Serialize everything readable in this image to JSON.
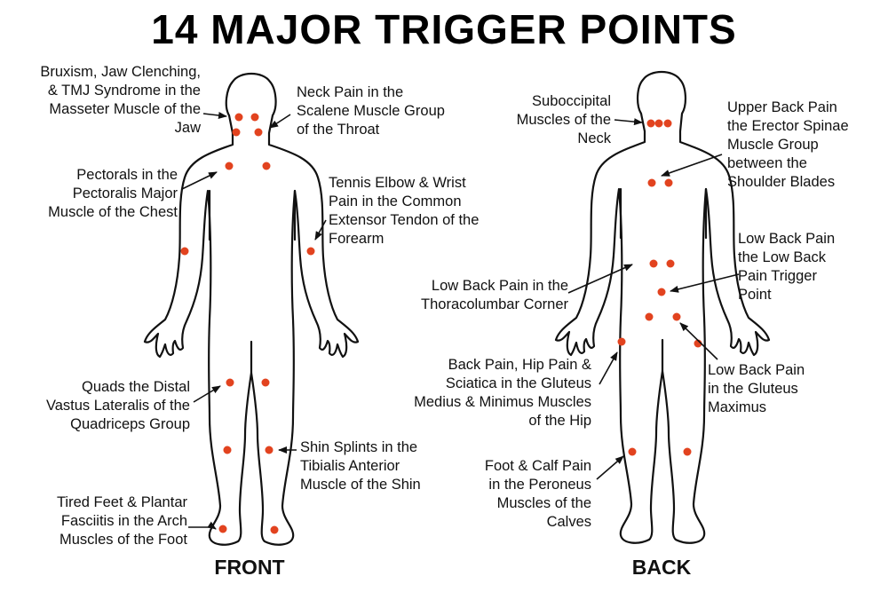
{
  "title": "14 MAJOR TRIGGER POINTS",
  "colors": {
    "trigger_point": "#e2431f",
    "outline": "#111111",
    "background": "#ffffff"
  },
  "front": {
    "view_label": "FRONT",
    "labels": [
      {
        "id": "masseter",
        "lines": [
          "Bruxism, Jaw Clenching,",
          "& TMJ Syndrome in the",
          "Masseter Muscle of the",
          "Jaw"
        ]
      },
      {
        "id": "scalene",
        "lines": [
          "Neck Pain in the",
          "Scalene Muscle Group",
          "of the Throat"
        ]
      },
      {
        "id": "pectorals",
        "lines": [
          "Pectorals in the",
          "Pectoralis Major",
          "Muscle of the Chest"
        ]
      },
      {
        "id": "extensor",
        "lines": [
          "Tennis Elbow & Wrist",
          "Pain in the Common",
          "Extensor Tendon of the",
          "Forearm"
        ]
      },
      {
        "id": "quads",
        "lines": [
          "Quads the Distal",
          "Vastus Lateralis of the",
          "Quadriceps Group"
        ]
      },
      {
        "id": "shin",
        "lines": [
          "Shin Splints in the",
          "Tibialis Anterior",
          "Muscle of the Shin"
        ]
      },
      {
        "id": "feet",
        "lines": [
          "Tired Feet & Plantar",
          "Fasciitis in the Arch",
          "Muscles of the Foot"
        ]
      }
    ]
  },
  "back": {
    "view_label": "BACK",
    "labels": [
      {
        "id": "suboccipital",
        "lines": [
          "Suboccipital",
          "Muscles of the",
          "Neck"
        ]
      },
      {
        "id": "upper-back",
        "lines": [
          "Upper Back Pain",
          "the Erector Spinae",
          "Muscle Group",
          "between the",
          "Shoulder Blades"
        ]
      },
      {
        "id": "low-back-trigger",
        "lines": [
          "Low Back Pain",
          "the Low Back",
          "Pain Trigger",
          "Point"
        ]
      },
      {
        "id": "thoracolumbar",
        "lines": [
          "Low Back Pain in the",
          "Thoracolumbar Corner"
        ]
      },
      {
        "id": "gluteus-medius",
        "lines": [
          "Back Pain, Hip Pain &",
          "Sciatica in the Gluteus",
          "Medius & Minimus Muscles",
          "of the Hip"
        ]
      },
      {
        "id": "gluteus-maximus",
        "lines": [
          "Low Back Pain",
          "in the Gluteus",
          "Maximus"
        ]
      },
      {
        "id": "peroneus",
        "lines": [
          "Foot & Calf Pain",
          "in the Peroneus",
          "Muscles of the",
          "Calves"
        ]
      }
    ]
  }
}
